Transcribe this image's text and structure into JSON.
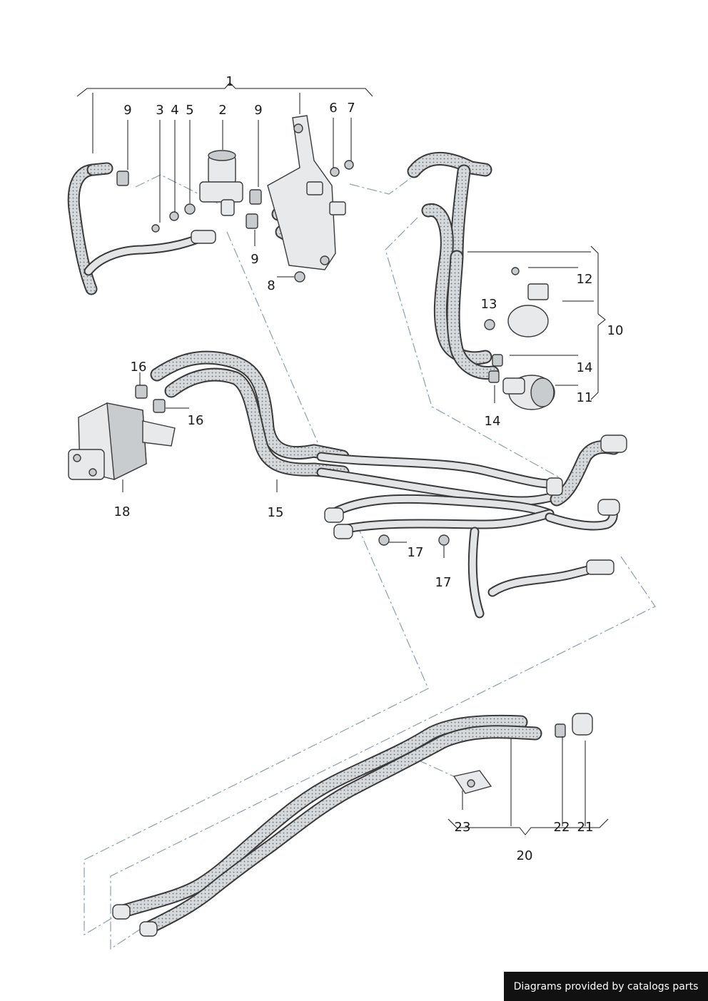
{
  "callouts": {
    "c1": "1",
    "c2": "2",
    "c3": "3",
    "c4": "4",
    "c5": "5",
    "c6": "6",
    "c7": "7",
    "c8": "8",
    "c9": "9",
    "c10": "10",
    "c11": "11",
    "c12": "12",
    "c13": "13",
    "c14": "14",
    "c15": "15",
    "c16": "16",
    "c17": "17",
    "c18": "18",
    "c20": "20",
    "c21": "21",
    "c22": "22",
    "c23": "23"
  },
  "credit": "Diagrams provided by catalogs parts",
  "colors": {
    "hose_fill": "#d3d6d8",
    "hose_outline": "#3a3a3a",
    "dash_line": "#8aa0ad",
    "credit_bg": "#111111",
    "credit_text": "#ffffff"
  }
}
